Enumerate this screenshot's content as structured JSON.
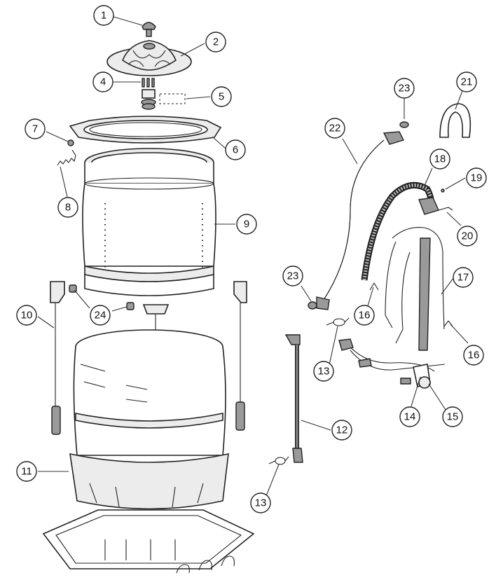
{
  "callouts": [
    {
      "id": "c1",
      "label": "1"
    },
    {
      "id": "c2",
      "label": "2"
    },
    {
      "id": "c4",
      "label": "4"
    },
    {
      "id": "c5",
      "label": "5"
    },
    {
      "id": "c6",
      "label": "6"
    },
    {
      "id": "c7",
      "label": "7"
    },
    {
      "id": "c8",
      "label": "8"
    },
    {
      "id": "c9",
      "label": "9"
    },
    {
      "id": "c10",
      "label": "10"
    },
    {
      "id": "c11",
      "label": "11"
    },
    {
      "id": "c12",
      "label": "12"
    },
    {
      "id": "c13a",
      "label": "13"
    },
    {
      "id": "c13b",
      "label": "13"
    },
    {
      "id": "c14",
      "label": "14"
    },
    {
      "id": "c15",
      "label": "15"
    },
    {
      "id": "c16a",
      "label": "16"
    },
    {
      "id": "c16b",
      "label": "16"
    },
    {
      "id": "c17",
      "label": "17"
    },
    {
      "id": "c18",
      "label": "18"
    },
    {
      "id": "c19",
      "label": "19"
    },
    {
      "id": "c20",
      "label": "20"
    },
    {
      "id": "c21",
      "label": "21"
    },
    {
      "id": "c22",
      "label": "22"
    },
    {
      "id": "c23a",
      "label": "23"
    },
    {
      "id": "c23b",
      "label": "23"
    },
    {
      "id": "c24",
      "label": "24"
    }
  ]
}
